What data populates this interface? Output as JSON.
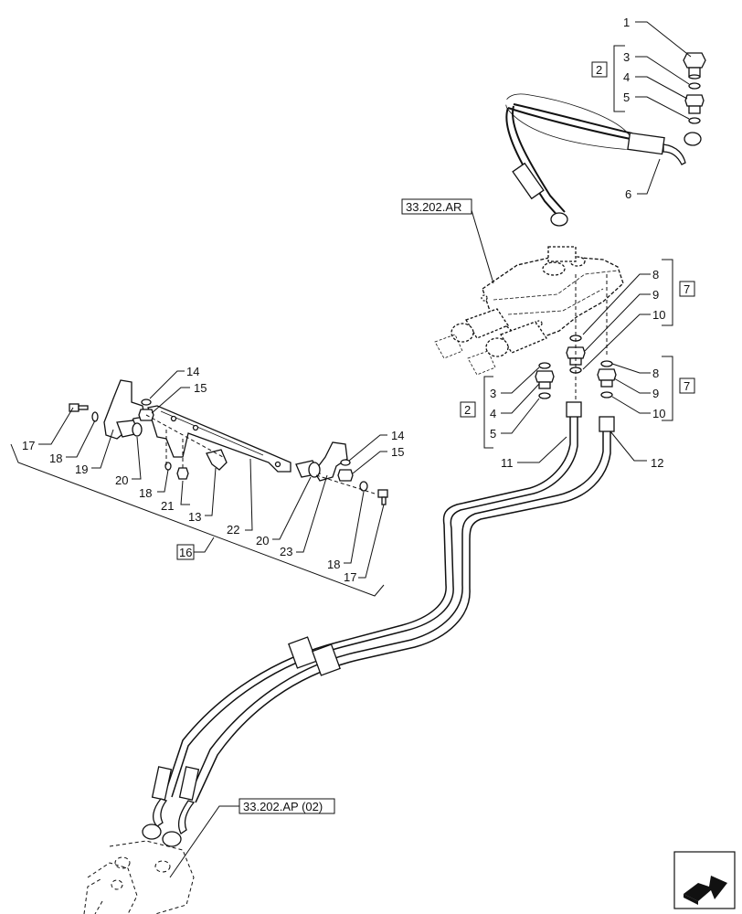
{
  "callouts": {
    "c1": "1",
    "c3a": "3",
    "c4a": "4",
    "c5a": "5",
    "c6": "6",
    "c8a": "8",
    "c9a": "9",
    "c10a": "10",
    "c3b": "3",
    "c4b": "4",
    "c5b": "5",
    "c8b": "8",
    "c9b": "9",
    "c10b": "10",
    "c11": "11",
    "c12": "12",
    "c13": "13",
    "c14a": "14",
    "c15a": "15",
    "c14b": "14",
    "c15b": "15",
    "c17a": "17",
    "c18a": "18",
    "c19": "19",
    "c20a": "20",
    "c18b": "18",
    "c21": "21",
    "c22": "22",
    "c20b": "20",
    "c23": "23",
    "c18c": "18",
    "c17b": "17"
  },
  "boxed": {
    "b2a": "2",
    "b2b": "2",
    "b7a": "7",
    "b7b": "7",
    "b16": "16"
  },
  "refs": {
    "valve_ref": "33.202.AR",
    "pump_ref": "33.202.AP (02)"
  }
}
